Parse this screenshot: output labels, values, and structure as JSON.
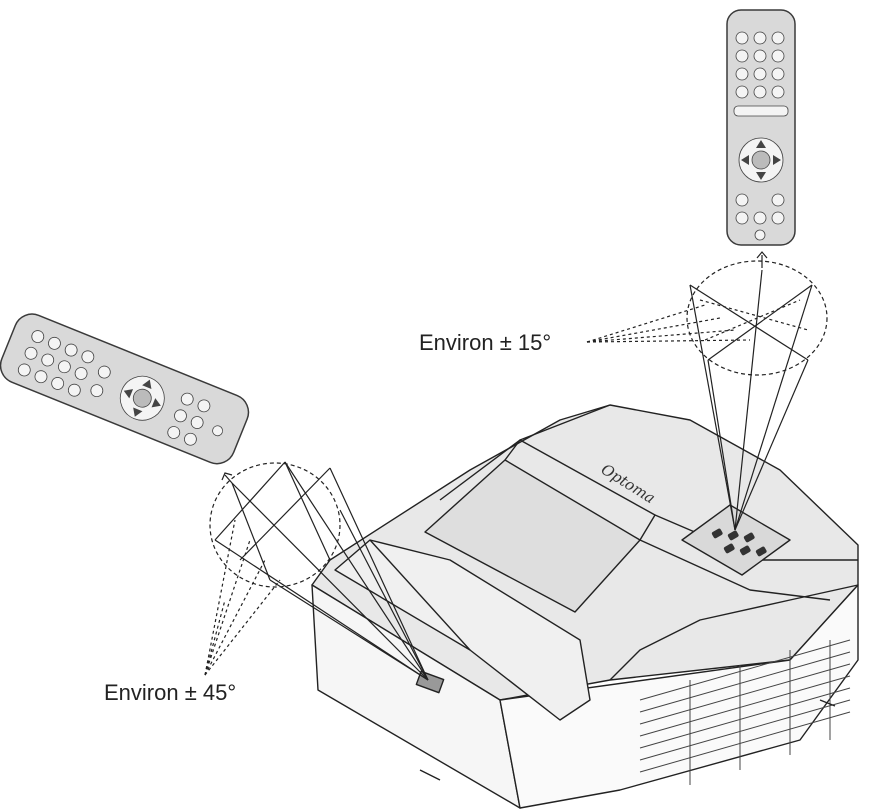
{
  "labels": {
    "top_angle": "Environ ± 15°",
    "front_angle": "Environ ± 45°",
    "brand": "Optoma"
  },
  "colors": {
    "line": "#222222",
    "remote_body": "#d9d9d9",
    "remote_edge": "#3a3a3a",
    "projector_top": "#e6e6e6",
    "projector_side": "#f7f7f7",
    "projector_shade": "#d0d0d0",
    "background": "#ffffff"
  },
  "icons": [
    "remote-control-icon",
    "projector-icon",
    "ir-receiver-icon"
  ]
}
